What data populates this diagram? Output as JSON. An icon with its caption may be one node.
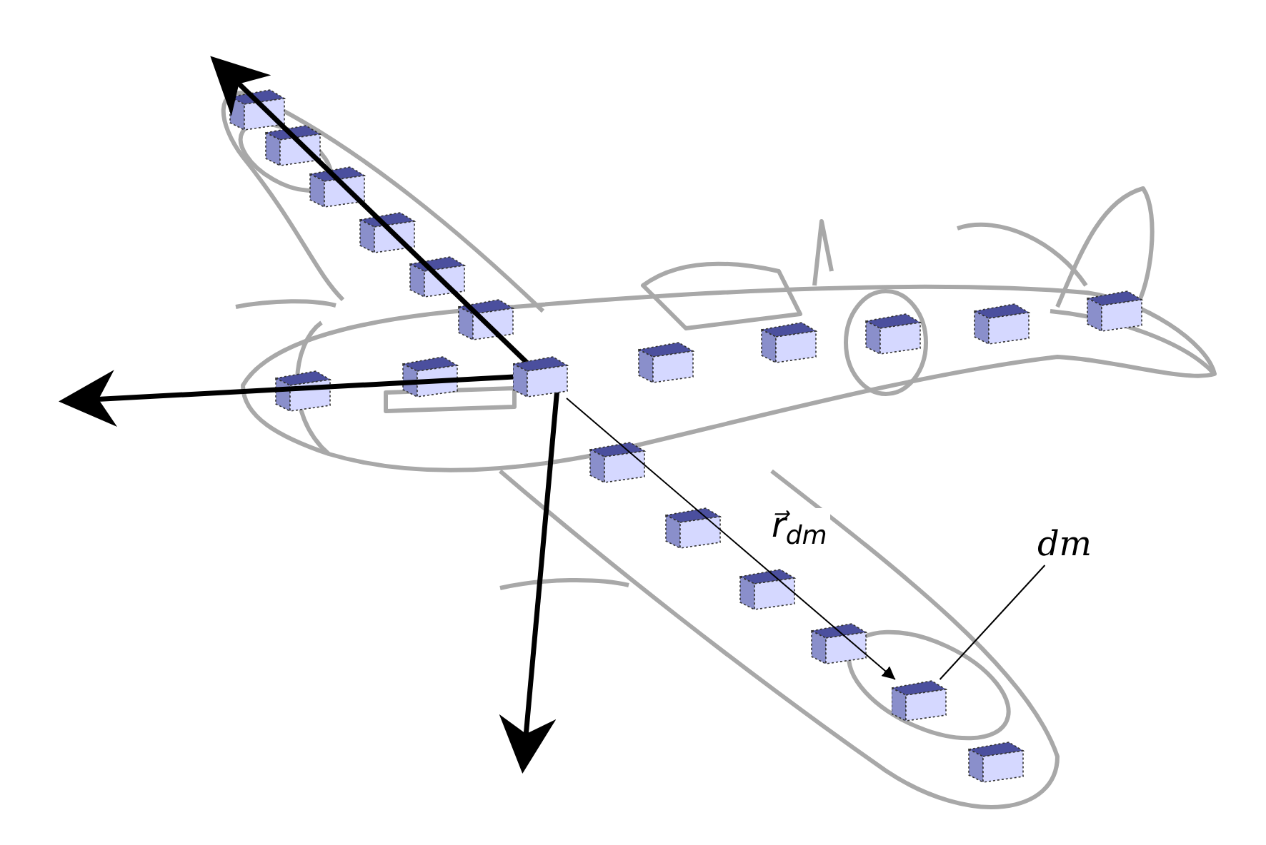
{
  "diagram": {
    "nodes": [
      {
        "text": [
          "dm"
        ]
      },
      {
        "text": [],
        "shape": "box"
      },
      {
        "text": [],
        "shape": "box"
      }
    ],
    "edges": [
      {
        "from": 1,
        "to": 2,
        "arrow": "to",
        "label": "r⃗$_{dm}$"
      },
      {
        "from": 0,
        "to": 2,
        "arrow": "none"
      }
    ]
  }
}
